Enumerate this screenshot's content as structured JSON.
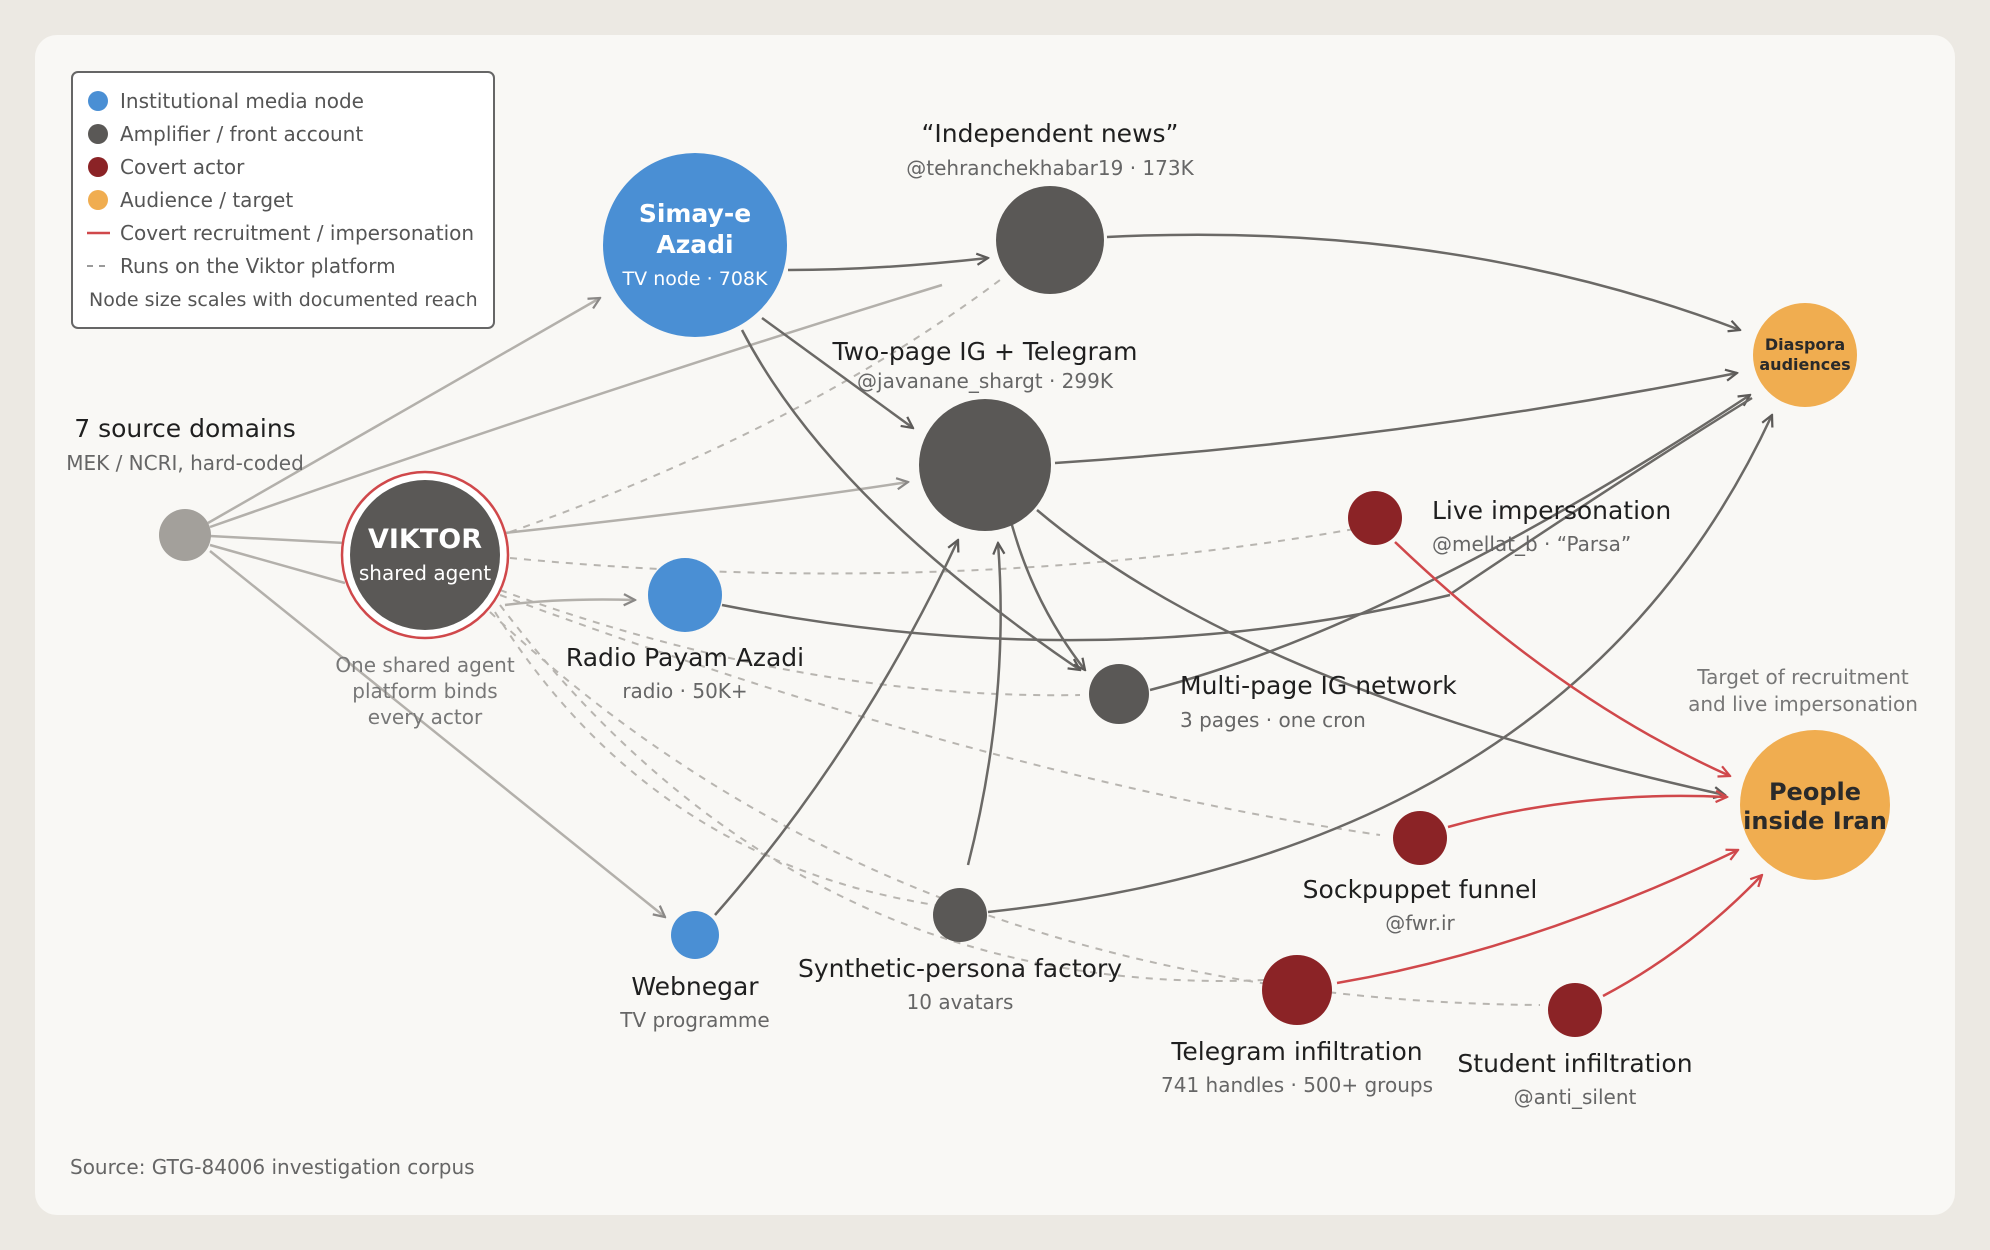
{
  "legend": {
    "items": [
      {
        "label": "Institutional media node",
        "color": "#4a8fd4",
        "kind": "dot"
      },
      {
        "label": "Amplifier / front account",
        "color": "#5a5856",
        "kind": "dot"
      },
      {
        "label": "Covert actor",
        "color": "#8b2326",
        "kind": "dot"
      },
      {
        "label": "Audience / target",
        "color": "#f0ad50",
        "kind": "dot"
      },
      {
        "label": "Covert recruitment / impersonation",
        "color": "#d0484b",
        "kind": "line"
      },
      {
        "label": "Runs on the Viktor platform",
        "color": "#9a9a9a",
        "kind": "dash"
      }
    ],
    "note": "Node size scales with documented reach"
  },
  "nodes": {
    "source": {
      "title": "7 source domains",
      "sub": "MEK / NCRI, hard-coded"
    },
    "viktor": {
      "inner_title": "VIKTOR",
      "inner_sub": "shared agent",
      "note": [
        "One shared agent",
        "platform binds",
        "every actor"
      ]
    },
    "simaye": {
      "inner_title": [
        "Simay-e",
        "Azadi"
      ],
      "inner_sub": "TV node · 708K"
    },
    "indep": {
      "title": "“Independent news”",
      "sub": "@tehranchekhabar19 · 173K"
    },
    "twopage": {
      "title": "Two-page IG + Telegram",
      "sub": "@javanane_shargt · 299K"
    },
    "radio": {
      "title": "Radio Payam Azadi",
      "sub": "radio · 50K+"
    },
    "multi": {
      "title": "Multi-page IG network",
      "sub": "3 pages · one cron"
    },
    "live": {
      "title": "Live impersonation",
      "sub": "@mellat_b · “Parsa”"
    },
    "diaspora": {
      "inner": [
        "Diaspora",
        "audiences"
      ]
    },
    "people": {
      "inner": [
        "People",
        "inside Iran"
      ],
      "note": [
        "Target of recruitment",
        "and live impersonation"
      ]
    },
    "sock": {
      "title": "Sockpuppet funnel",
      "sub": "@fwr.ir"
    },
    "webnegar": {
      "title": "Webnegar",
      "sub": "TV programme"
    },
    "synth": {
      "title": "Synthetic-persona factory",
      "sub": "10 avatars"
    },
    "telegram": {
      "title": "Telegram infiltration",
      "sub": "741 handles · 500+ groups"
    },
    "student": {
      "title": "Student infiltration",
      "sub": "@anti_silent"
    }
  },
  "source_note": "Source: GTG-84006 investigation corpus",
  "colors": {
    "institutional": "#4a8fd4",
    "amplifier": "#5a5856",
    "covert": "#8b2326",
    "audience": "#f0ad50",
    "recruit_line": "#d0484b",
    "viktor_ring": "#d0484b",
    "source_node": "#a3a09b"
  }
}
